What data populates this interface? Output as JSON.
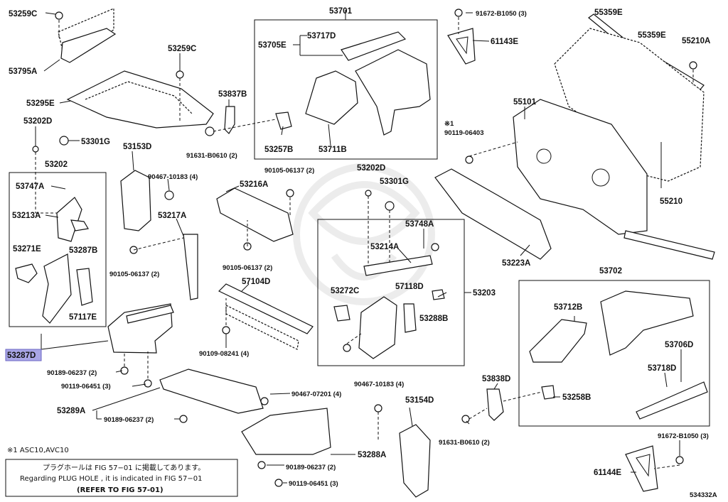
{
  "diagram_id": "534332A",
  "highlight_color": "#a9a6e6",
  "parts": {
    "p53259C_a": "53259C",
    "p53795A": "53795A",
    "p53295E": "53295E",
    "p53259C_b": "53259C",
    "p53202D_a": "53202D",
    "p53301G_a": "53301G",
    "p53202": "53202",
    "p53747A": "53747A",
    "p53213A": "53213A",
    "p53271E": "53271E",
    "p53287B": "53287B",
    "p57117E": "57117E",
    "p53287D": "53287D",
    "p90189_06237_a": "90189-06237 (2)",
    "p90119_06451_a": "90119-06451 (3)",
    "p53289A": "53289A",
    "p90189_06237_b": "90189-06237 (2)",
    "p53701": "53701",
    "p53717D": "53717D",
    "p53705E": "53705E",
    "p53257B": "53257B",
    "p53711B": "53711B",
    "p53837B": "53837B",
    "p91631_a": "91631-B0610 (2)",
    "p53153D": "53153D",
    "p90467_10183_a": "90467-10183 (4)",
    "p53217A": "53217A",
    "p90105_06137_a": "90105-06137 (2)",
    "p90105_06137_b": "90105-06137 (2)",
    "p53216A": "53216A",
    "p90105_06137_c": "90105-06137 (2)",
    "p57104D": "57104D",
    "p90109_08241": "90109-08241 (4)",
    "p90467_07201": "90467-07201 (4)",
    "p91672_a": "91672-B1050 (3)",
    "p61143E": "61143E",
    "p55359E_a": "55359E",
    "p55359E_b": "55359E",
    "p55210A": "55210A",
    "p55101": "55101",
    "p90119_06403": "90119-06403",
    "p55210": "55210",
    "p53223A": "53223A",
    "p53202D_b": "53202D",
    "p53301G_b": "53301G",
    "p53748A": "53748A",
    "p53214A": "53214A",
    "p53272C": "53272C",
    "p57118D": "57118D",
    "p53288B": "53288B",
    "p53203": "53203",
    "p53702": "53702",
    "p53712B": "53712B",
    "p53706D": "53706D",
    "p53718D": "53718D",
    "p53838D": "53838D",
    "p53258B": "53258B",
    "p91631_b": "91631-B0610 (2)",
    "p90467_10183_b": "90467-10183 (4)",
    "p53154D": "53154D",
    "p53288A": "53288A",
    "p90189_06237_c": "90189-06237 (2)",
    "p90119_06451_b": "90119-06451 (3)",
    "p91672_b": "91672-B1050 (3)",
    "p61144E": "61144E"
  },
  "footnote_marker": "※1",
  "footnote_text": "※1 ASC10,AVC10",
  "note_box": {
    "line1": "プラグホールは FIG 57−01 に掲載してあります。",
    "line2": "Regarding PLUG HOLE , it is indicated in FIG 57−01",
    "line3": "(REFER TO FIG 57-01)"
  }
}
